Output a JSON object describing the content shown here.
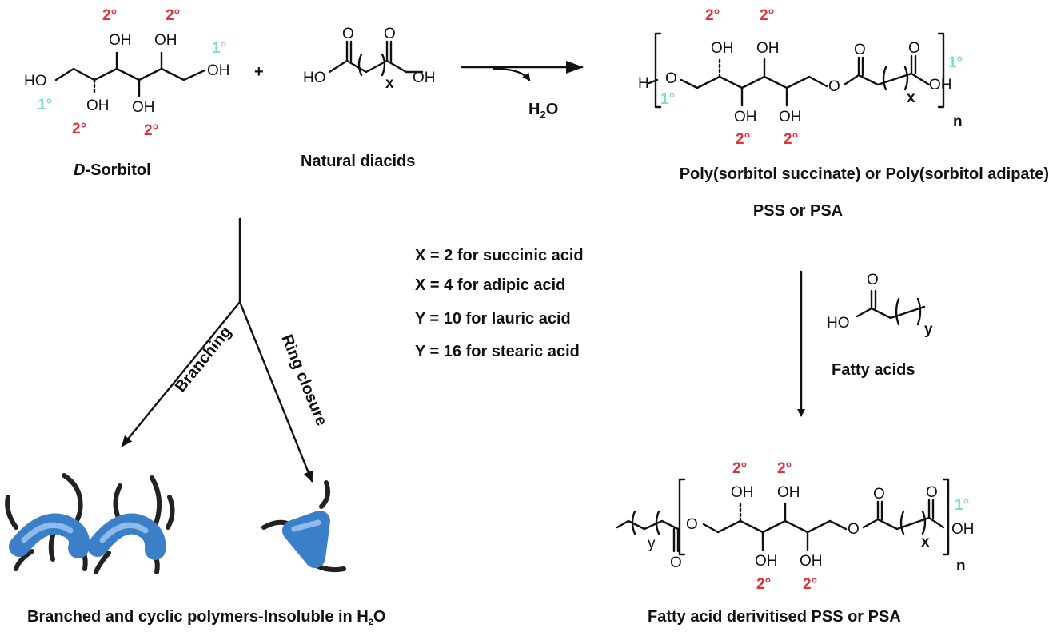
{
  "sorbitol": {
    "ho_left": "HO",
    "oh_top1": "OH",
    "oh_top2": "OH",
    "oh_right": "OH",
    "oh_bot1": "OH",
    "oh_bot2": "OH",
    "deg2": "2°",
    "deg1": "1°",
    "name_prefix": "D",
    "name_rest": "-Sorbitol"
  },
  "plus": "+",
  "diacid": {
    "o": "O",
    "ho": "HO",
    "oh": "OH",
    "x": "x",
    "name": "Natural diacids"
  },
  "reaction": {
    "byproduct_h": "H",
    "byproduct_sub": "2",
    "byproduct_o": "O"
  },
  "polymer": {
    "h": "H",
    "o": "O",
    "oh": "OH",
    "x": "x",
    "n": "n",
    "name": "Poly(sorbitol succinate) or Poly(sorbitol adipate)",
    "abbrev": "PSS or PSA"
  },
  "legend": [
    "X = 2 for succinic acid",
    "X = 4 for adipic acid",
    "Y = 10 for lauric acid",
    "Y = 16 for stearic acid"
  ],
  "fatty_acid": {
    "o": "O",
    "ho": "HO",
    "y": "y",
    "name": "Fatty acids"
  },
  "branches": {
    "left_label": "Branching",
    "right_label": "Ring closure",
    "caption_main": "Branched and cyclic polymers-Insoluble in H",
    "caption_sub": "2",
    "caption_end": "O"
  },
  "derivative": {
    "y": "y",
    "o": "O",
    "oh": "OH",
    "x": "x",
    "n": "n",
    "name": "Fatty acid derivitised PSS or PSA"
  },
  "colors": {
    "secondary": "#e4303a",
    "primary": "#7fdccf",
    "polymer_tube": "#3c7fc9",
    "ink": "#111111"
  }
}
